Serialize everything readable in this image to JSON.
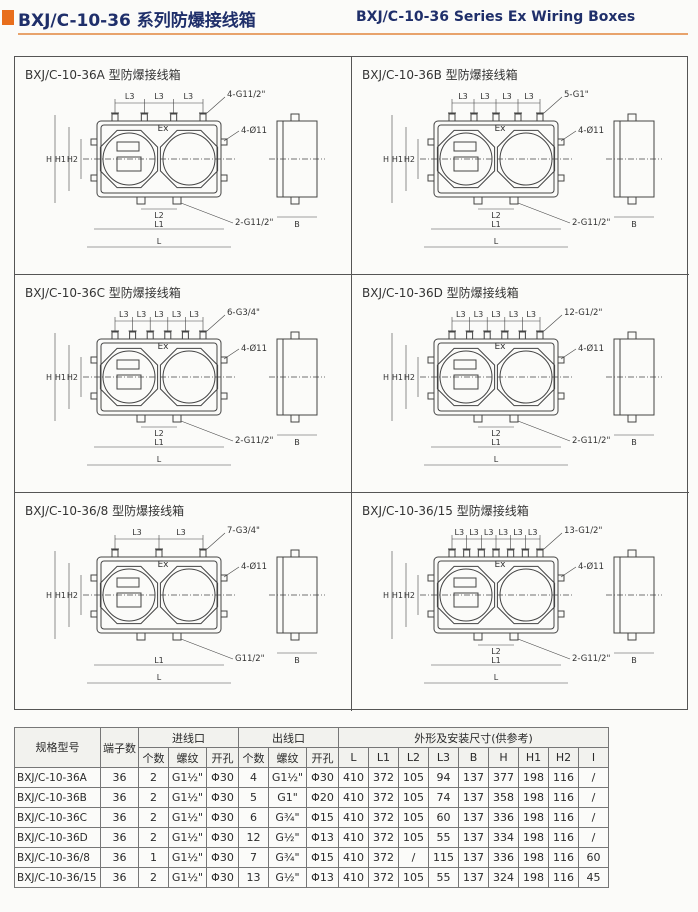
{
  "header": {
    "title_cn": "BXJ/C-10-36 系列防爆接线箱",
    "title_en": "BXJ/C-10-36 Series Ex Wiring Boxes",
    "accent_color": "#e86e1c",
    "title_color": "#1f2f6a"
  },
  "panels": [
    {
      "title": "BXJ/C-10-36A 型防爆接线箱",
      "top_count": 4,
      "top_spec": "4-G11/2\"",
      "bolt_spec": "4-Ø11",
      "bottom_spec": "2-G11/2\"",
      "top_dim": "L3",
      "mid_dim": "L2",
      "dim_l1": "L1",
      "dim_l": "L",
      "dim_b": "B",
      "h_labels": [
        "H",
        "H1",
        "H2"
      ],
      "ex": "Ex"
    },
    {
      "title": "BXJ/C-10-36B 型防爆接线箱",
      "top_count": 5,
      "top_spec": "5-G1\"",
      "bolt_spec": "4-Ø11",
      "bottom_spec": "2-G11/2\"",
      "top_dim": "L3",
      "mid_dim": "L2",
      "dim_l1": "L1",
      "dim_l": "L",
      "dim_b": "B",
      "h_labels": [
        "H",
        "H1",
        "H2"
      ],
      "ex": "Ex"
    },
    {
      "title": "BXJ/C-10-36C 型防爆接线箱",
      "top_count": 6,
      "top_spec": "6-G3/4\"",
      "bolt_spec": "4-Ø11",
      "bottom_spec": "2-G11/2\"",
      "top_dim": "L3",
      "mid_dim": "L2",
      "dim_l1": "L1",
      "dim_l": "L",
      "dim_b": "B",
      "h_labels": [
        "H",
        "H1",
        "H2"
      ],
      "ex": "Ex"
    },
    {
      "title": "BXJ/C-10-36D 型防爆接线箱",
      "top_count": 6,
      "top_spec": "12-G1/2\"",
      "bolt_spec": "4-Ø11",
      "bottom_spec": "2-G11/2\"",
      "top_dim": "L3",
      "mid_dim": "L2",
      "dim_l1": "L1",
      "dim_l": "L",
      "dim_b": "B",
      "h_labels": [
        "H",
        "H1",
        "H2"
      ],
      "ex": "Ex"
    },
    {
      "title": "BXJ/C-10-36/8 型防爆接线箱",
      "top_count": 3,
      "top_spec": "7-G3/4\"",
      "bolt_spec": "4-Ø11",
      "bottom_spec": "G11/2\"",
      "top_dim": "L3",
      "mid_dim": "",
      "dim_l1": "L1",
      "dim_l": "L",
      "dim_b": "B",
      "h_labels": [
        "H",
        "H1",
        "H2"
      ],
      "ex": "Ex"
    },
    {
      "title": "BXJ/C-10-36/15 型防爆接线箱",
      "top_count": 7,
      "top_spec": "13-G1/2\"",
      "bolt_spec": "4-Ø11",
      "bottom_spec": "2-G11/2\"",
      "top_dim": "L3",
      "mid_dim": "L2",
      "dim_l1": "L1",
      "dim_l": "L",
      "dim_b": "B",
      "h_labels": [
        "H",
        "H1",
        "H2"
      ],
      "ex": "Ex"
    }
  ],
  "table": {
    "h_model": "规格型号",
    "h_terminals": "端子数",
    "h_inlet": "进线口",
    "h_outlet": "出线口",
    "h_dims": "外形及安装尺寸(供参考)",
    "sub_count": "个数",
    "sub_thread": "螺纹",
    "sub_hole": "开孔",
    "dim_cols": [
      "L",
      "L1",
      "L2",
      "L3",
      "B",
      "H",
      "H1",
      "H2",
      "I"
    ],
    "rows": [
      [
        "BXJ/C-10-36A",
        "36",
        "2",
        "G1½\"",
        "Φ30",
        "4",
        "G1½\"",
        "Φ30",
        "410",
        "372",
        "105",
        "94",
        "137",
        "377",
        "198",
        "116",
        "/"
      ],
      [
        "BXJ/C-10-36B",
        "36",
        "2",
        "G1½\"",
        "Φ30",
        "5",
        "G1\"",
        "Φ20",
        "410",
        "372",
        "105",
        "74",
        "137",
        "358",
        "198",
        "116",
        "/"
      ],
      [
        "BXJ/C-10-36C",
        "36",
        "2",
        "G1½\"",
        "Φ30",
        "6",
        "G¾\"",
        "Φ15",
        "410",
        "372",
        "105",
        "60",
        "137",
        "336",
        "198",
        "116",
        "/"
      ],
      [
        "BXJ/C-10-36D",
        "36",
        "2",
        "G1½\"",
        "Φ30",
        "12",
        "G½\"",
        "Φ13",
        "410",
        "372",
        "105",
        "55",
        "137",
        "334",
        "198",
        "116",
        "/"
      ],
      [
        "BXJ/C-10-36/8",
        "36",
        "1",
        "G1½\"",
        "Φ30",
        "7",
        "G¾\"",
        "Φ15",
        "410",
        "372",
        "/",
        "115",
        "137",
        "336",
        "198",
        "116",
        "60"
      ],
      [
        "BXJ/C-10-36/15",
        "36",
        "2",
        "G1½\"",
        "Φ30",
        "13",
        "G½\"",
        "Φ13",
        "410",
        "372",
        "105",
        "55",
        "137",
        "324",
        "198",
        "116",
        "45"
      ]
    ]
  }
}
